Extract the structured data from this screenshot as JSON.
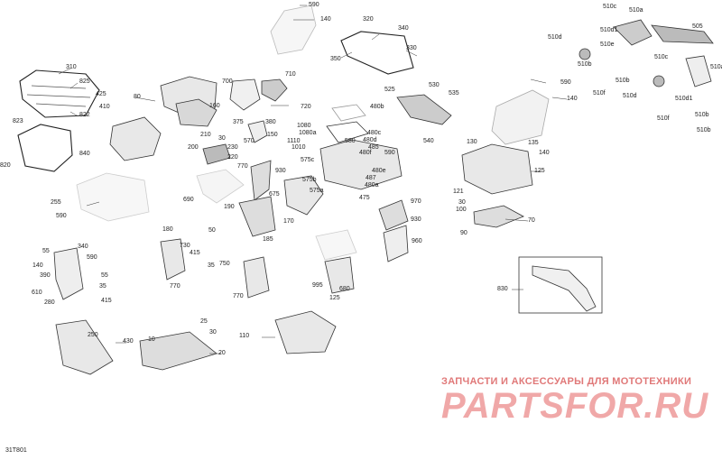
{
  "diagram": {
    "code": "31T801",
    "watermark_top": "ЗАПЧАСТИ И АКСЕССУАРЫ ДЛЯ МОТОТЕХНИКИ",
    "watermark_main": "PARTSFOR.RU",
    "labels": [
      "590",
      "140",
      "320",
      "340",
      "330",
      "350",
      "510c",
      "510a",
      "505",
      "510d",
      "510d1",
      "510e",
      "510c",
      "510b",
      "510a",
      "510b",
      "510f",
      "510d",
      "510d1",
      "510b",
      "510f",
      "510b",
      "310",
      "825",
      "425",
      "410",
      "822",
      "823",
      "820",
      "840",
      "710",
      "700",
      "720",
      "80",
      "160",
      "375",
      "380",
      "150",
      "570",
      "210",
      "30",
      "230",
      "200",
      "220",
      "1080",
      "1080a",
      "1110",
      "575c",
      "480b",
      "525",
      "530",
      "535",
      "540",
      "480c",
      "480d",
      "485",
      "480f",
      "590",
      "480e",
      "487",
      "480a",
      "580",
      "590",
      "140",
      "130",
      "135",
      "140",
      "125",
      "121",
      "30",
      "100",
      "70",
      "90",
      "255",
      "590",
      "770",
      "930",
      "690",
      "190",
      "675",
      "1010",
      "575b",
      "575a",
      "170",
      "185",
      "475",
      "970",
      "930",
      "960",
      "55",
      "340",
      "590",
      "140",
      "390",
      "55",
      "35",
      "610",
      "415",
      "280",
      "180",
      "50",
      "730",
      "415",
      "35",
      "770",
      "750",
      "770",
      "995",
      "125",
      "680",
      "830",
      "250",
      "430",
      "25",
      "30",
      "10",
      "20",
      "110"
    ]
  }
}
